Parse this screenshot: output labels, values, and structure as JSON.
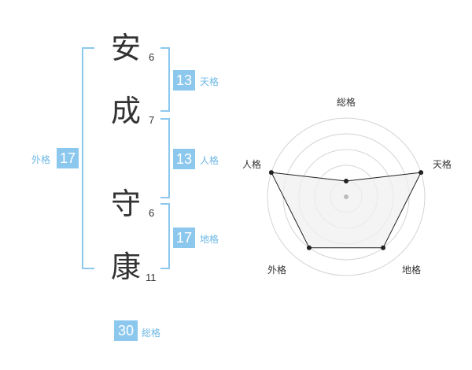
{
  "name": {
    "chars": [
      {
        "kanji": "安",
        "strokes": "6"
      },
      {
        "kanji": "成",
        "strokes": "7"
      },
      {
        "kanji": "守",
        "strokes": "6"
      },
      {
        "kanji": "康",
        "strokes": "11"
      }
    ]
  },
  "fortunes": {
    "tenkaku": {
      "value": "13",
      "label": "天格"
    },
    "jinkaku": {
      "value": "13",
      "label": "人格"
    },
    "chikaku": {
      "value": "17",
      "label": "地格"
    },
    "gaikaku": {
      "value": "17",
      "label": "外格"
    },
    "soukaku": {
      "value": "30",
      "label": "総格"
    }
  },
  "radar": {
    "axes": [
      "総格",
      "天格",
      "地格",
      "外格",
      "人格"
    ],
    "levels": 5,
    "values": [
      1,
      5,
      4,
      4,
      5
    ],
    "colors": {
      "fill": "#f0f0f0",
      "stroke": "#222222",
      "grid": "#d4d4d4",
      "center": "#bbbbbb"
    }
  },
  "colors": {
    "accent": "#8cc8ee",
    "accent_text": "#6fb8e6",
    "text": "#333333"
  }
}
